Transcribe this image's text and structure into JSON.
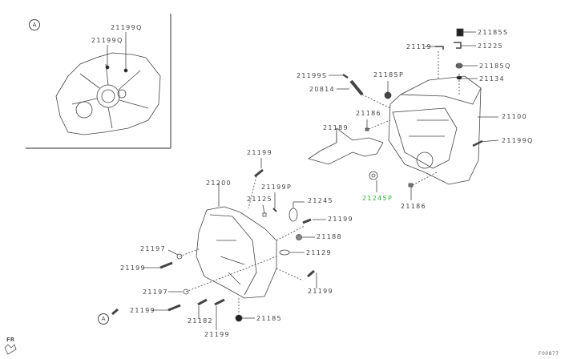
{
  "inset": {
    "callout": "A",
    "labels": [
      "21199Q",
      "21199Q"
    ]
  },
  "callout_bottom": "A",
  "parts": {
    "p21185S": "21185S",
    "p21225": "21225",
    "p21119": "21119",
    "p21185Q": "21185Q",
    "p21134": "21134",
    "p21199S": "21199S",
    "p21185P": "21185P",
    "p20814": "20814",
    "p21186a": "21186",
    "p21100": "21100",
    "p21189": "21189",
    "p21199Q": "21199Q",
    "p21245P": "21245P",
    "p21186b": "21186",
    "p21199a": "21199",
    "p21200": "21200",
    "p21199P": "21199P",
    "p21125": "21125",
    "p21245": "21245",
    "p21199b": "21199",
    "p21188": "21188",
    "p21129": "21129",
    "p21197a": "21197",
    "p21199c": "21199",
    "p21199d": "21199",
    "p21197b": "21197",
    "p21199e": "21199",
    "p21182": "21182",
    "p21185": "21185",
    "p21199f": "21199"
  },
  "highlight_color": "#2db52d",
  "fr_label": "FR",
  "diagram_code": "F00877"
}
